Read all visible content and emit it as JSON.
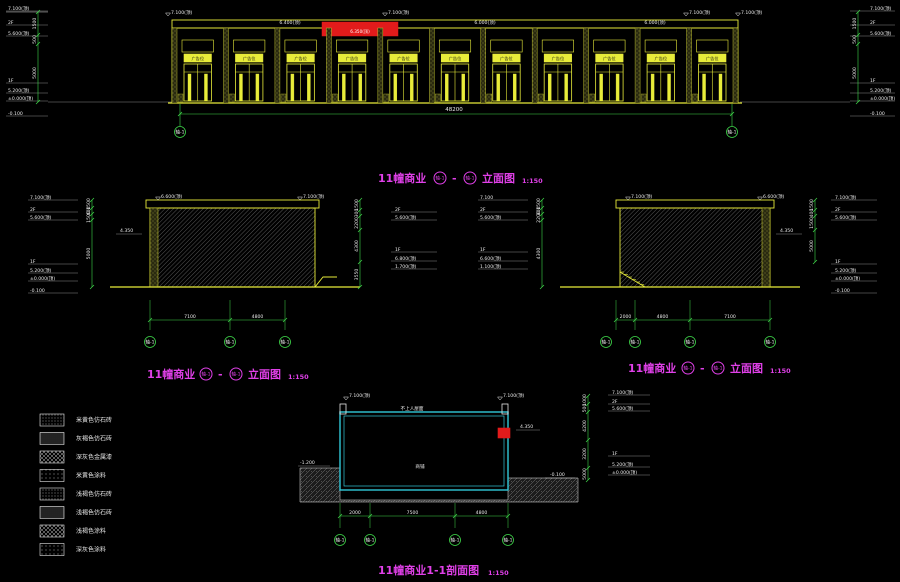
{
  "colors": {
    "background": "#000000",
    "outline": "#e8ec3a",
    "frame": "#b8ba2c",
    "dimension": "#3fd94a",
    "text": "#e8e8e8",
    "title": "#e040e8",
    "section": "#31c8d8",
    "red": "#e21b1b",
    "hatch": "#6e6e6e"
  },
  "front_elevation": {
    "title": "11幢商业",
    "axis_from": "轴-1",
    "axis_to": "轴-1",
    "dash": "-",
    "suffix": "立面图",
    "scale": "1:150",
    "left_levels": [
      "7.100(顶)",
      "2F",
      "5.600(顶)",
      "1F",
      "5.200(顶)",
      "±0.000(顶)",
      "-0.100"
    ],
    "right_levels": [
      "7.100(顶)",
      "2F",
      "5.600(顶)",
      "1F",
      "5.200(顶)",
      "±0.000(顶)",
      "-0.100"
    ],
    "left_dims": [
      "1500",
      "500",
      "5000"
    ],
    "right_dims": [
      "1500",
      "500",
      "5000"
    ],
    "top_marks": [
      "7.100(顶)",
      "7.100(顶)",
      "7.100(顶)",
      "7.100(顶)"
    ],
    "top_small_labels": [
      "6.400(顶)",
      "6.000(顶)",
      "6.000(顶)"
    ],
    "sign_text": "广告位",
    "red_band_text": "6.350(顶)",
    "overall_dim": "48200",
    "axis_left": "轴-1",
    "axis_right": "轴-1"
  },
  "side_elevation_left": {
    "title": "11幢商业",
    "axis_from": "轴-1",
    "axis_to": "轴-1",
    "dash": "-",
    "suffix": "立面图",
    "scale": "1:150",
    "left_levels": [
      "7.100(顶)",
      "2F",
      "5.600(顶)",
      "1F",
      "5.200(顶)",
      "±0.000(顶)",
      "-0.100"
    ],
    "right_levels": [
      "2F",
      "5.600(顶)",
      "1F",
      "6.800(顶)",
      "1.700(顶)"
    ],
    "top_marks": [
      "6.600(顶)",
      "7.100(顶)"
    ],
    "inner_mark": "4.350",
    "left_dims": [
      "1500",
      "400",
      "1500",
      "5000"
    ],
    "right_dims": [
      "1500",
      "300",
      "2200",
      "4300",
      "3550"
    ],
    "bottom_dims": [
      "7100",
      "4800"
    ],
    "axes": [
      "轴-1",
      "轴-1",
      "轴-1"
    ]
  },
  "side_elevation_right": {
    "title": "11幢商业",
    "axis_from": "轴-1",
    "axis_to": "轴-1",
    "dash": "-",
    "suffix": "立面图",
    "scale": "1:150",
    "left_levels": [
      "7.100",
      "2F",
      "5.600(顶)",
      "1F",
      "6.600(顶)",
      "1.100(顶)"
    ],
    "right_levels": [
      "7.100(顶)",
      "2F",
      "5.600(顶)",
      "1F",
      "5.200(顶)",
      "±0.000(顶)",
      "-0.100"
    ],
    "top_marks": [
      "7.100(顶)",
      "6.600(顶)"
    ],
    "inner_mark": "4.350",
    "left_dims": [
      "1500",
      "300",
      "2200",
      "4300",
      "3550"
    ],
    "right_dims": [
      "1500",
      "400",
      "1500",
      "5000"
    ],
    "bottom_dims": [
      "2000",
      "4800",
      "7100"
    ],
    "axes": [
      "轴-1",
      "轴-1",
      "轴-1",
      "轴-1"
    ]
  },
  "section": {
    "title": "11幢商业1-1剖面图",
    "scale": "1:150",
    "top_marks": [
      "7.100(顶)",
      "7.100(顶)"
    ],
    "roof_label": "不上人屋面",
    "room_label": "商铺",
    "left_mark": "-1.200",
    "right_mark": "-0.100",
    "inner_mark": "4.350",
    "right_levels": [
      "7.100(顶)",
      "2F",
      "5.600(顶)",
      "1F",
      "5.200(顶)",
      "±0.000(顶)"
    ],
    "right_dims": [
      "1000",
      "500",
      "4200",
      "3200",
      "5000"
    ],
    "bottom_dims": [
      "2000",
      "7500",
      "4800"
    ],
    "axes": [
      "轴-1",
      "轴-1",
      "轴-1",
      "轴-1"
    ]
  },
  "legend": [
    {
      "label": "米黄色仿石砖",
      "pattern": "dots-fine"
    },
    {
      "label": "灰褐色仿石砖",
      "pattern": "dots-dense"
    },
    {
      "label": "深灰色金属漆",
      "pattern": "cross"
    },
    {
      "label": "米黄色涂料",
      "pattern": "dots-sparse"
    },
    {
      "label": "浅褐色仿石砖",
      "pattern": "dots-fine"
    },
    {
      "label": "浅褐色仿石砖",
      "pattern": "dots-dense"
    },
    {
      "label": "浅褐色涂料",
      "pattern": "cross"
    },
    {
      "label": "深灰色涂料",
      "pattern": "dots-sparse"
    }
  ]
}
